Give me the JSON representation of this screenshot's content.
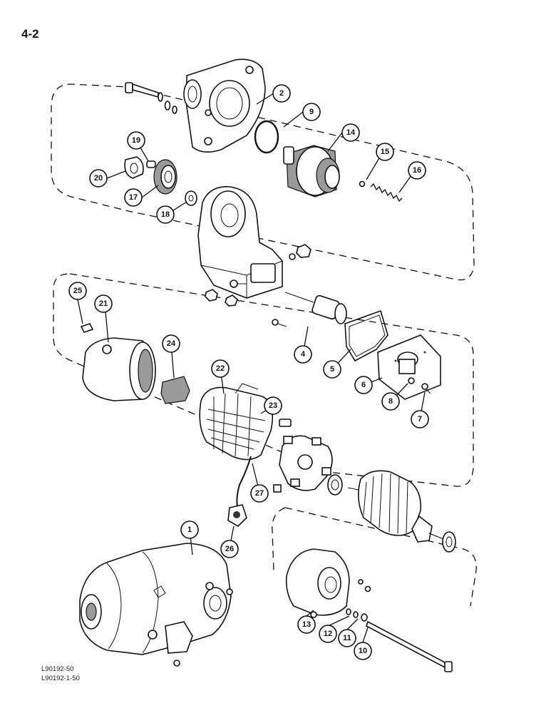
{
  "page": {
    "number": "4-2"
  },
  "image_codes": [
    "L90192-50",
    "L90192-1-50"
  ],
  "callouts": [
    "1",
    "2",
    "4",
    "5",
    "6",
    "7",
    "8",
    "9",
    "10",
    "11",
    "12",
    "13",
    "14",
    "15",
    "16",
    "17",
    "18",
    "19",
    "20",
    "21",
    "22",
    "23",
    "24",
    "25",
    "26",
    "27"
  ]
}
